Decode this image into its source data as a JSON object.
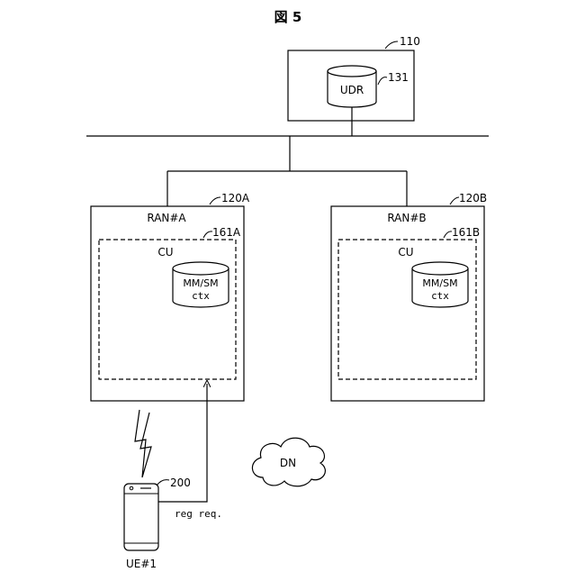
{
  "figure": {
    "title": "図 5"
  },
  "udr_server": {
    "ref": "110",
    "db_label": "UDR",
    "db_ref": "131"
  },
  "ran_a": {
    "ref": "120A",
    "label": "RAN#A",
    "cu_ref": "161A",
    "cu_label": "CU",
    "ctx_line1": "MM/SM",
    "ctx_line2": "ctx"
  },
  "ran_b": {
    "ref": "120B",
    "label": "RAN#B",
    "cu_ref": "161B",
    "cu_label": "CU",
    "ctx_line1": "MM/SM",
    "ctx_line2": "ctx"
  },
  "dn": {
    "label": "DN"
  },
  "ue": {
    "ref": "200",
    "label": "UE#1",
    "message": "reg req."
  }
}
